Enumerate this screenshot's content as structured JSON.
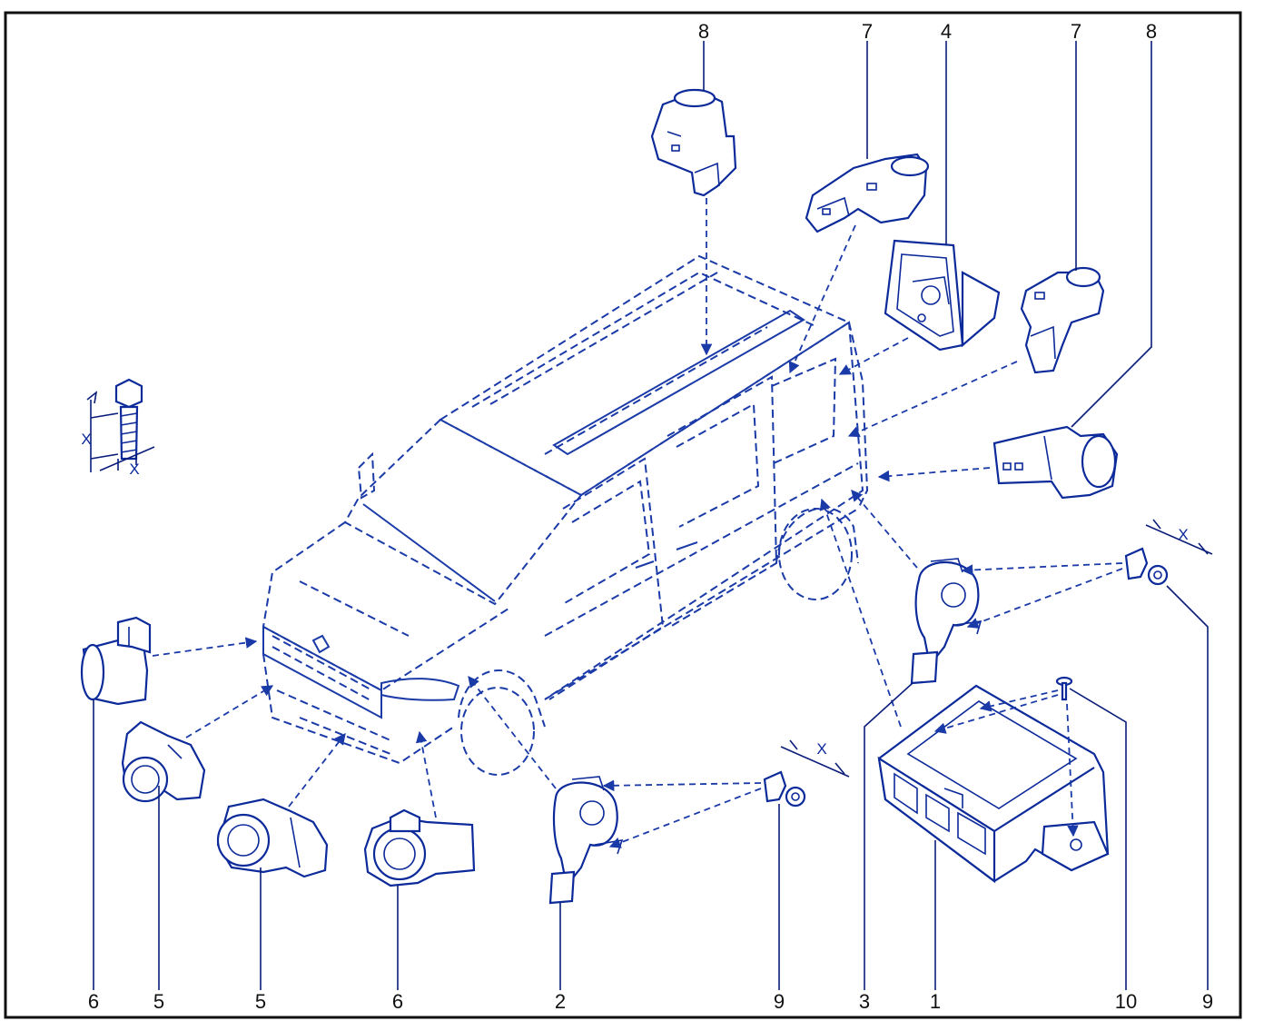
{
  "callouts": {
    "top_left_8": "8",
    "top_7a": "7",
    "top_4": "4",
    "top_7b": "7",
    "top_8b": "8",
    "bottom_6a": "6",
    "bottom_5a": "5",
    "bottom_5b": "5",
    "bottom_6b": "6",
    "bottom_2": "2",
    "bottom_9a": "9",
    "bottom_3": "3",
    "bottom_1": "1",
    "bottom_10": "10",
    "bottom_9b": "9"
  },
  "dimensions": {
    "bolt_height": "X",
    "bolt_width": "X",
    "screw_front": "X",
    "screw_rear": "X"
  },
  "colors": {
    "line_art": "#1a3aa8",
    "part_outline": "#0c2a9a",
    "text": "#111111"
  }
}
